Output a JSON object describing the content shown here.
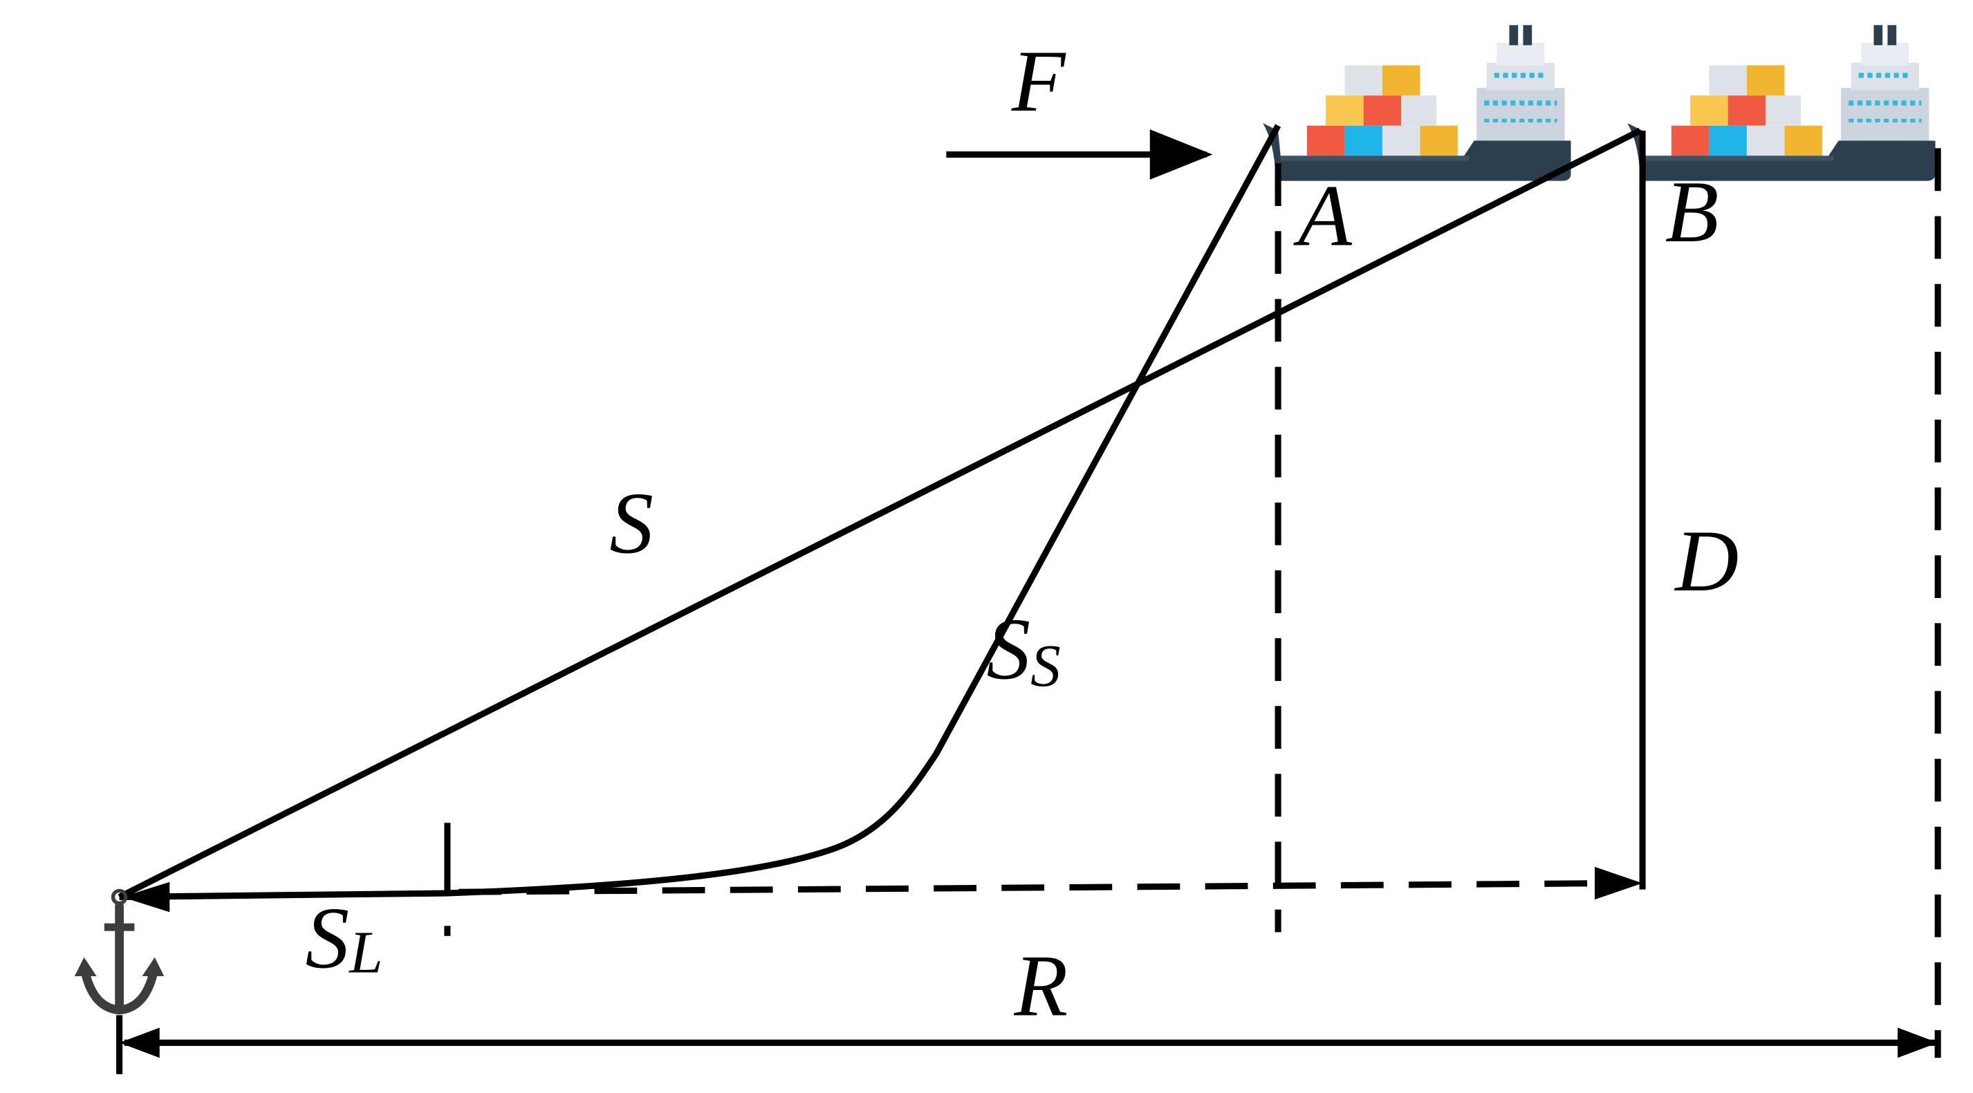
{
  "labels": {
    "force": "F",
    "position_a": "A",
    "position_b": "B",
    "straight_line": "S",
    "sagging_line": "S",
    "sagging_line_sub": "S",
    "bottom_line": "S",
    "bottom_line_sub": "L",
    "depth": "D",
    "radius": "R"
  },
  "icons": {
    "anchor": "anchor-icon",
    "ship_a": "container-ship-icon",
    "ship_b": "container-ship-icon"
  },
  "colors": {
    "hull": "#2b3f4f",
    "container_red": "#f05a43",
    "container_orange": "#f2b530",
    "container_yellow": "#f9c74f",
    "container_cyan": "#1fb5e8",
    "container_white": "#dde2e8",
    "superstructure": "#ccd5de",
    "window": "#35b8e0",
    "anchor": "#3d3d3d"
  }
}
